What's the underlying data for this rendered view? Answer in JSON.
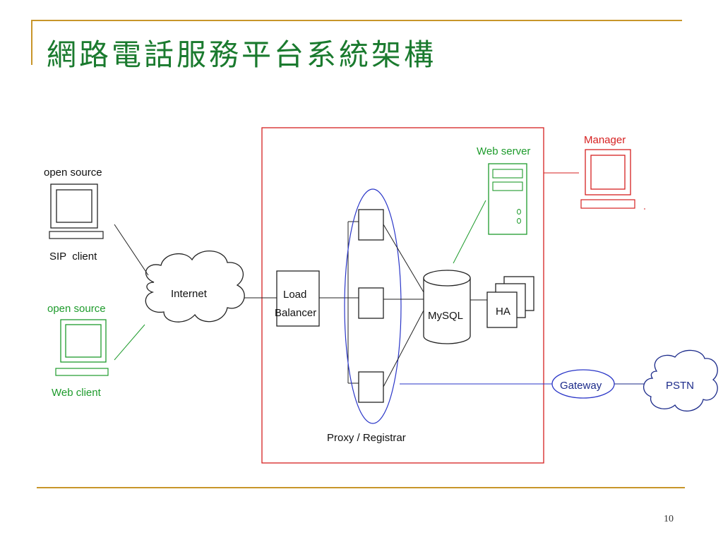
{
  "slide": {
    "title": "網路電話服務平台系統架構",
    "page_number": "10"
  },
  "diagram": {
    "sip_client": {
      "top_label": "open source",
      "bottom_label": "SIP  client"
    },
    "web_client": {
      "top_label": "open source",
      "bottom_label": "Web client"
    },
    "internet": "Internet",
    "load_balancer": {
      "line1": "Load",
      "line2": "Balancer"
    },
    "mysql": "MySQL",
    "ha": "HA",
    "web_server": "Web server",
    "manager": "Manager",
    "proxy_registrar": "Proxy / Registrar",
    "gateway": "Gateway",
    "pstn": "PSTN"
  },
  "colors": {
    "title": "#1a7a2e",
    "rule": "#c8962a",
    "platform_border": "#d62020",
    "green": "#1e9b2c",
    "red": "#d62020",
    "blue": "#1b2a8a"
  }
}
